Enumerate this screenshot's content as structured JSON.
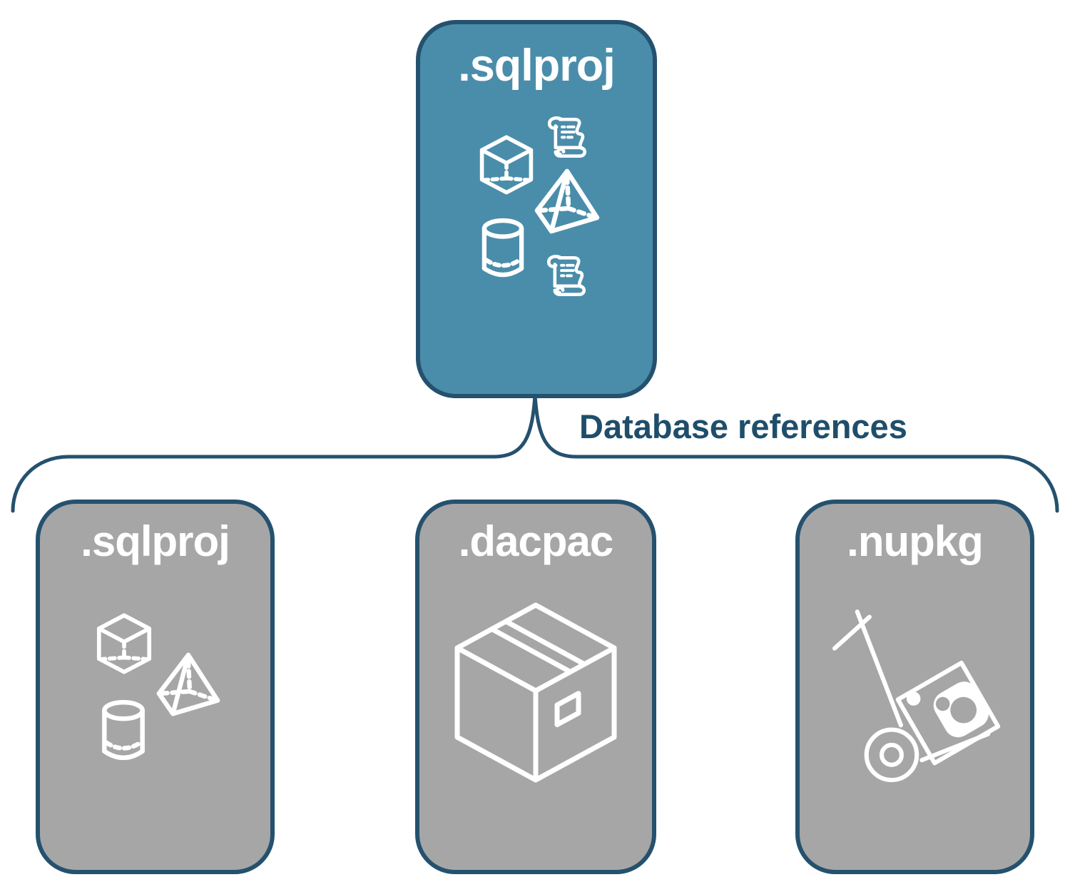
{
  "diagram": {
    "connector_label": "Database references",
    "root": {
      "label": ".sqlproj",
      "icons": [
        "scroll-icon",
        "cube-icon",
        "pyramid-icon",
        "cylinder-icon",
        "scroll-icon"
      ]
    },
    "children": [
      {
        "label": ".sqlproj",
        "icons": [
          "cube-icon",
          "pyramid-icon",
          "cylinder-icon"
        ]
      },
      {
        "label": ".dacpac",
        "icons": [
          "package-box-icon"
        ]
      },
      {
        "label": ".nupkg",
        "icons": [
          "hand-truck-nuget-icon"
        ]
      }
    ],
    "colors": {
      "root_fill": "#4A8DAA",
      "child_fill": "#A6A6A6",
      "line": "#24516E",
      "connector_text": "#1F4E6B",
      "icon_stroke": "#FFFFFF"
    }
  }
}
